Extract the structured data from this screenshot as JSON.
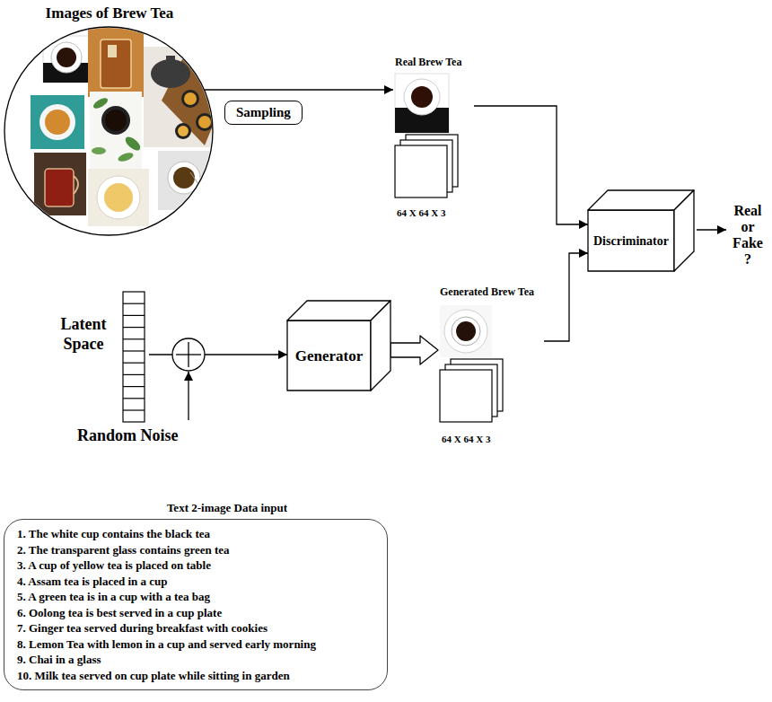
{
  "diagram": {
    "nodes": [
      {
        "text": [
          "Images of Brew Tea"
        ]
      },
      {
        "text": [
          "Real Brew Tea",
          "64 X 64 X 3"
        ]
      },
      {
        "text": [
          "Discriminator"
        ]
      },
      {
        "text": [
          "Latent Space"
        ]
      },
      {
        "text": [
          "Generator"
        ]
      },
      {
        "text": [
          "Generated Brew Tea",
          "64 X 64 X 3"
        ]
      },
      {
        "text": [
          "Text 2-image Data input",
          "1. The white cup contains the black tea",
          "2. The transparent glass contains green tea",
          "3. A cup of yellow tea is placed on table",
          "4. Assam tea is placed in a cup",
          "5. A green tea is in a cup with a tea bag",
          "6. Oolong tea is best served in a cup plate",
          "7. Ginger tea served during breakfast with cookies",
          "8. Lemon Tea with lemon in a cup and served early morning",
          "9. Chai in a glass",
          "10. Milk tea served on cup plate while sitting in garden"
        ]
      }
    ],
    "edges": [
      {
        "from": 0,
        "to": 1,
        "label": "Sampling",
        "arrow": "to"
      },
      {
        "from": 1,
        "to": 2,
        "arrow": "to"
      },
      {
        "from": 3,
        "to": 4,
        "arrow": "to"
      },
      {
        "from": 4,
        "to": 5,
        "arrow": "to"
      },
      {
        "from": 5,
        "to": 2,
        "arrow": "to"
      }
    ],
    "labels": [
      "Real or Fake ?",
      "Random Noise"
    ]
  }
}
